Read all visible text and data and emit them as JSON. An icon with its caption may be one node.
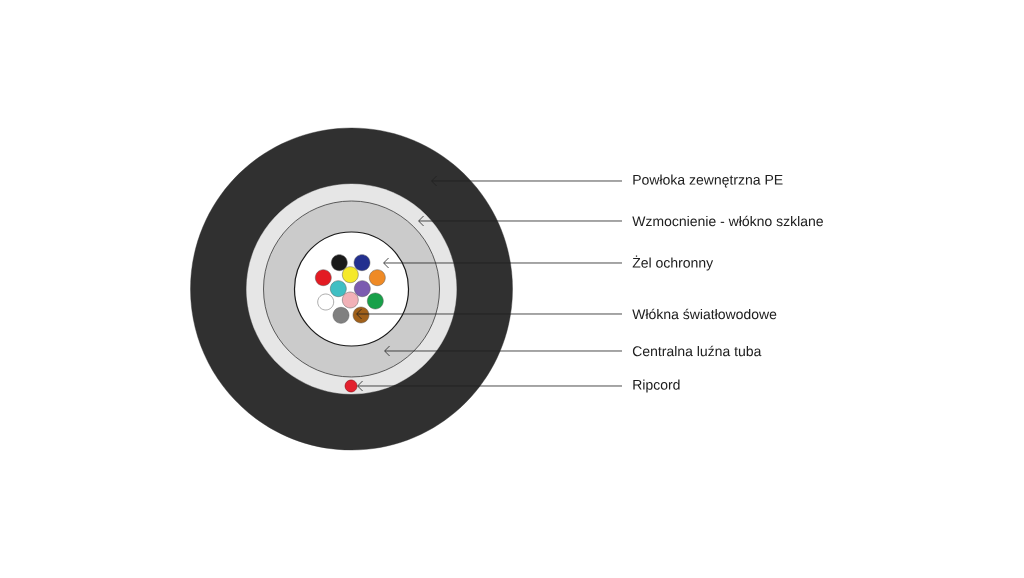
{
  "diagram": {
    "nodes": [
      {
        "text": [],
        "shape": "circle"
      },
      {
        "text": [],
        "shape": "circle",
        "in": 0
      },
      {
        "text": [],
        "shape": "circle",
        "in": 1
      },
      {
        "text": [],
        "shape": "circle",
        "in": 2
      },
      {
        "text": [],
        "shape": "circle",
        "in": 3
      },
      {
        "text": [],
        "shape": "circle",
        "in": 1
      },
      {
        "text": [
          "Powłoka zewnętrzna PE"
        ]
      },
      {
        "text": [
          "Wzmocnienie - włókno szklane"
        ]
      },
      {
        "text": [
          "Żel ochronny"
        ]
      },
      {
        "text": [
          "Włókna światłowodowe"
        ]
      },
      {
        "text": [
          "Centralna luźna tuba"
        ]
      },
      {
        "text": [
          "Ripcord"
        ]
      }
    ],
    "edges": [
      {
        "from": 6,
        "to": 0,
        "arrow": "to"
      },
      {
        "from": 7,
        "to": 1,
        "arrow": "to"
      },
      {
        "from": 8,
        "to": 3,
        "arrow": "to"
      },
      {
        "from": 9,
        "to": 4,
        "arrow": "to"
      },
      {
        "from": 10,
        "to": 2,
        "arrow": "to"
      },
      {
        "from": 11,
        "to": 5,
        "arrow": "to"
      }
    ]
  }
}
